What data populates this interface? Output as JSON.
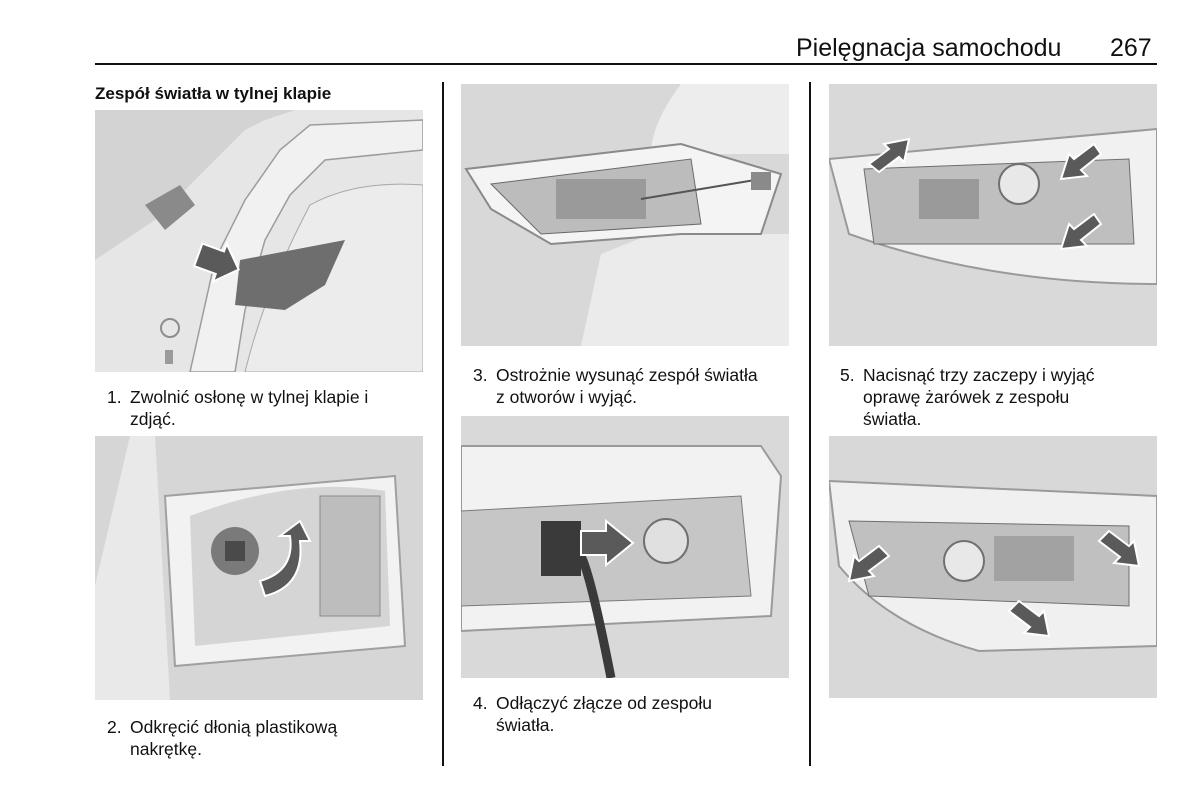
{
  "header": {
    "title": "Pielęgnacja samochodu",
    "page_number": "267"
  },
  "section": {
    "title": "Zespół światła w tylnej klapie"
  },
  "steps": [
    {
      "num": "1.",
      "line1": "Zwolnić osłonę w tylnej klapie i",
      "line2": "zdjąć.",
      "line3": ""
    },
    {
      "num": "2.",
      "line1": "Odkręcić dłonią plastikową",
      "line2": "nakrętkę.",
      "line3": ""
    },
    {
      "num": "3.",
      "line1": "Ostrożnie wysunąć zespół światła",
      "line2": "z otworów i wyjąć.",
      "line3": ""
    },
    {
      "num": "4.",
      "line1": "Odłączyć złącze od zespołu",
      "line2": "światła.",
      "line3": ""
    },
    {
      "num": "5.",
      "line1": "Nacisnąć trzy zaczepy i wyjąć",
      "line2": "oprawę żarówek z zespołu",
      "line3": "światła."
    }
  ],
  "figures": [
    {
      "id": "fig-1",
      "depicts": "tailgate-trim-cover"
    },
    {
      "id": "fig-2",
      "depicts": "plastic-nut"
    },
    {
      "id": "fig-3",
      "depicts": "light-assembly-removal"
    },
    {
      "id": "fig-4",
      "depicts": "connector-unplug"
    },
    {
      "id": "fig-5",
      "depicts": "bulb-holder-clips"
    },
    {
      "id": "fig-6",
      "depicts": "bulb-holder-clips-alt"
    }
  ],
  "colors": {
    "figure_bg": "#d9d9d9",
    "arrow_fill": "#5a5a5a",
    "text": "#111111",
    "rule": "#111111"
  }
}
